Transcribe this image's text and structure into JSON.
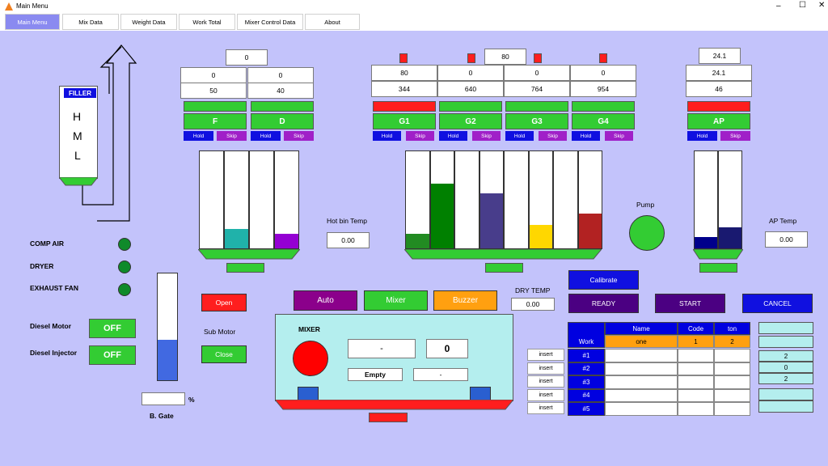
{
  "window": {
    "title": "Main Menu"
  },
  "tabs": [
    "Main Menu",
    "Mix Data",
    "Weight Data",
    "Work Total",
    "Mixer Control Data",
    "About"
  ],
  "filler": {
    "label": "FILLER",
    "levels": [
      "H",
      "M",
      "L"
    ]
  },
  "fd_group": {
    "top_value": "0",
    "row1": [
      "0",
      "0"
    ],
    "row2": [
      "50",
      "40"
    ],
    "names": [
      "F",
      "D"
    ],
    "hold": "Hold",
    "skip": "Skip",
    "hot_bin_temp_label": "Hot bin Temp",
    "hot_bin_temp_value": "0.00",
    "fill_levels": [
      0,
      0.2,
      0,
      0.15
    ]
  },
  "g_group": {
    "top_value": "80",
    "row1": [
      "80",
      "0",
      "0",
      "0"
    ],
    "row2": [
      "344",
      "640",
      "764",
      "954"
    ],
    "names": [
      "G1",
      "G2",
      "G3",
      "G4"
    ],
    "hold": "Hold",
    "skip": "Skip",
    "fill_levels": [
      0.15,
      0.67,
      0,
      0.57,
      0,
      0.24,
      0,
      0.36
    ]
  },
  "ap_group": {
    "top_value": "24.1",
    "row1": "24.1",
    "row2": "46",
    "name": "AP",
    "hold": "Hold",
    "skip": "Skip",
    "temp_label": "AP Temp",
    "temp_value": "0.00",
    "fill_levels": [
      0.12,
      0.22
    ]
  },
  "pump": {
    "label": "Pump"
  },
  "indicators": [
    "COMP AIR",
    "DRYER",
    "EXHAUST FAN"
  ],
  "diesel_motor": {
    "label": "Diesel Motor",
    "value": "OFF"
  },
  "diesel_injector": {
    "label": "Diesel Injector",
    "value": "OFF"
  },
  "sub_motor": {
    "label": "Sub Motor",
    "open": "Open",
    "close": "Close"
  },
  "bgate": {
    "label": "B. Gate",
    "unit": "%",
    "value": "",
    "level": 0.38
  },
  "modes": [
    "Auto",
    "Mixer",
    "Buzzer"
  ],
  "dry_temp": {
    "label": "DRY TEMP",
    "value": "0.00"
  },
  "mixer": {
    "label": "MIXER",
    "field1": "-",
    "field2": "0",
    "status": "Empty",
    "field3": "-"
  },
  "controls": {
    "calibrate": "Calibrate",
    "ready": "READY",
    "start": "START",
    "cancel": "CANCEL"
  },
  "work_table": {
    "corner": "Work",
    "headers": [
      "Name",
      "Code",
      "ton"
    ],
    "top_row": [
      "one",
      "1",
      "2"
    ],
    "rows": [
      "#1",
      "#2",
      "#3",
      "#4",
      "#5"
    ],
    "insert": "insert"
  },
  "side_values": [
    "",
    "",
    "2",
    "0",
    "2",
    "",
    ""
  ],
  "colors": {
    "fd": [
      "#ffffff",
      "#20b2aa",
      "#ffffff",
      "#9400d3"
    ],
    "g": [
      "#228b22",
      "#008000",
      "#ffffff",
      "#483d8b",
      "#ffffff",
      "#ffd700",
      "#ffffff",
      "#b22222"
    ],
    "ap": [
      "#00008b",
      "#191970"
    ]
  }
}
